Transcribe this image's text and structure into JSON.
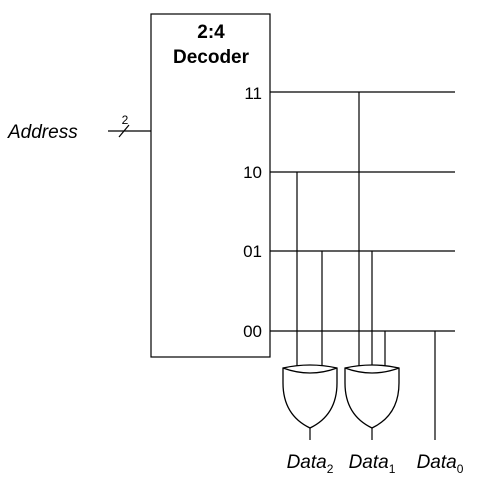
{
  "decoder": {
    "title_line1": "2:4",
    "title_line2": "Decoder",
    "outputs": [
      "11",
      "10",
      "01",
      "00"
    ]
  },
  "address": {
    "label": "Address",
    "bus_width": "2"
  },
  "data_outputs": {
    "data2": {
      "base": "Data",
      "sub": "2"
    },
    "data1": {
      "base": "Data",
      "sub": "1"
    },
    "data0": {
      "base": "Data",
      "sub": "0"
    }
  }
}
